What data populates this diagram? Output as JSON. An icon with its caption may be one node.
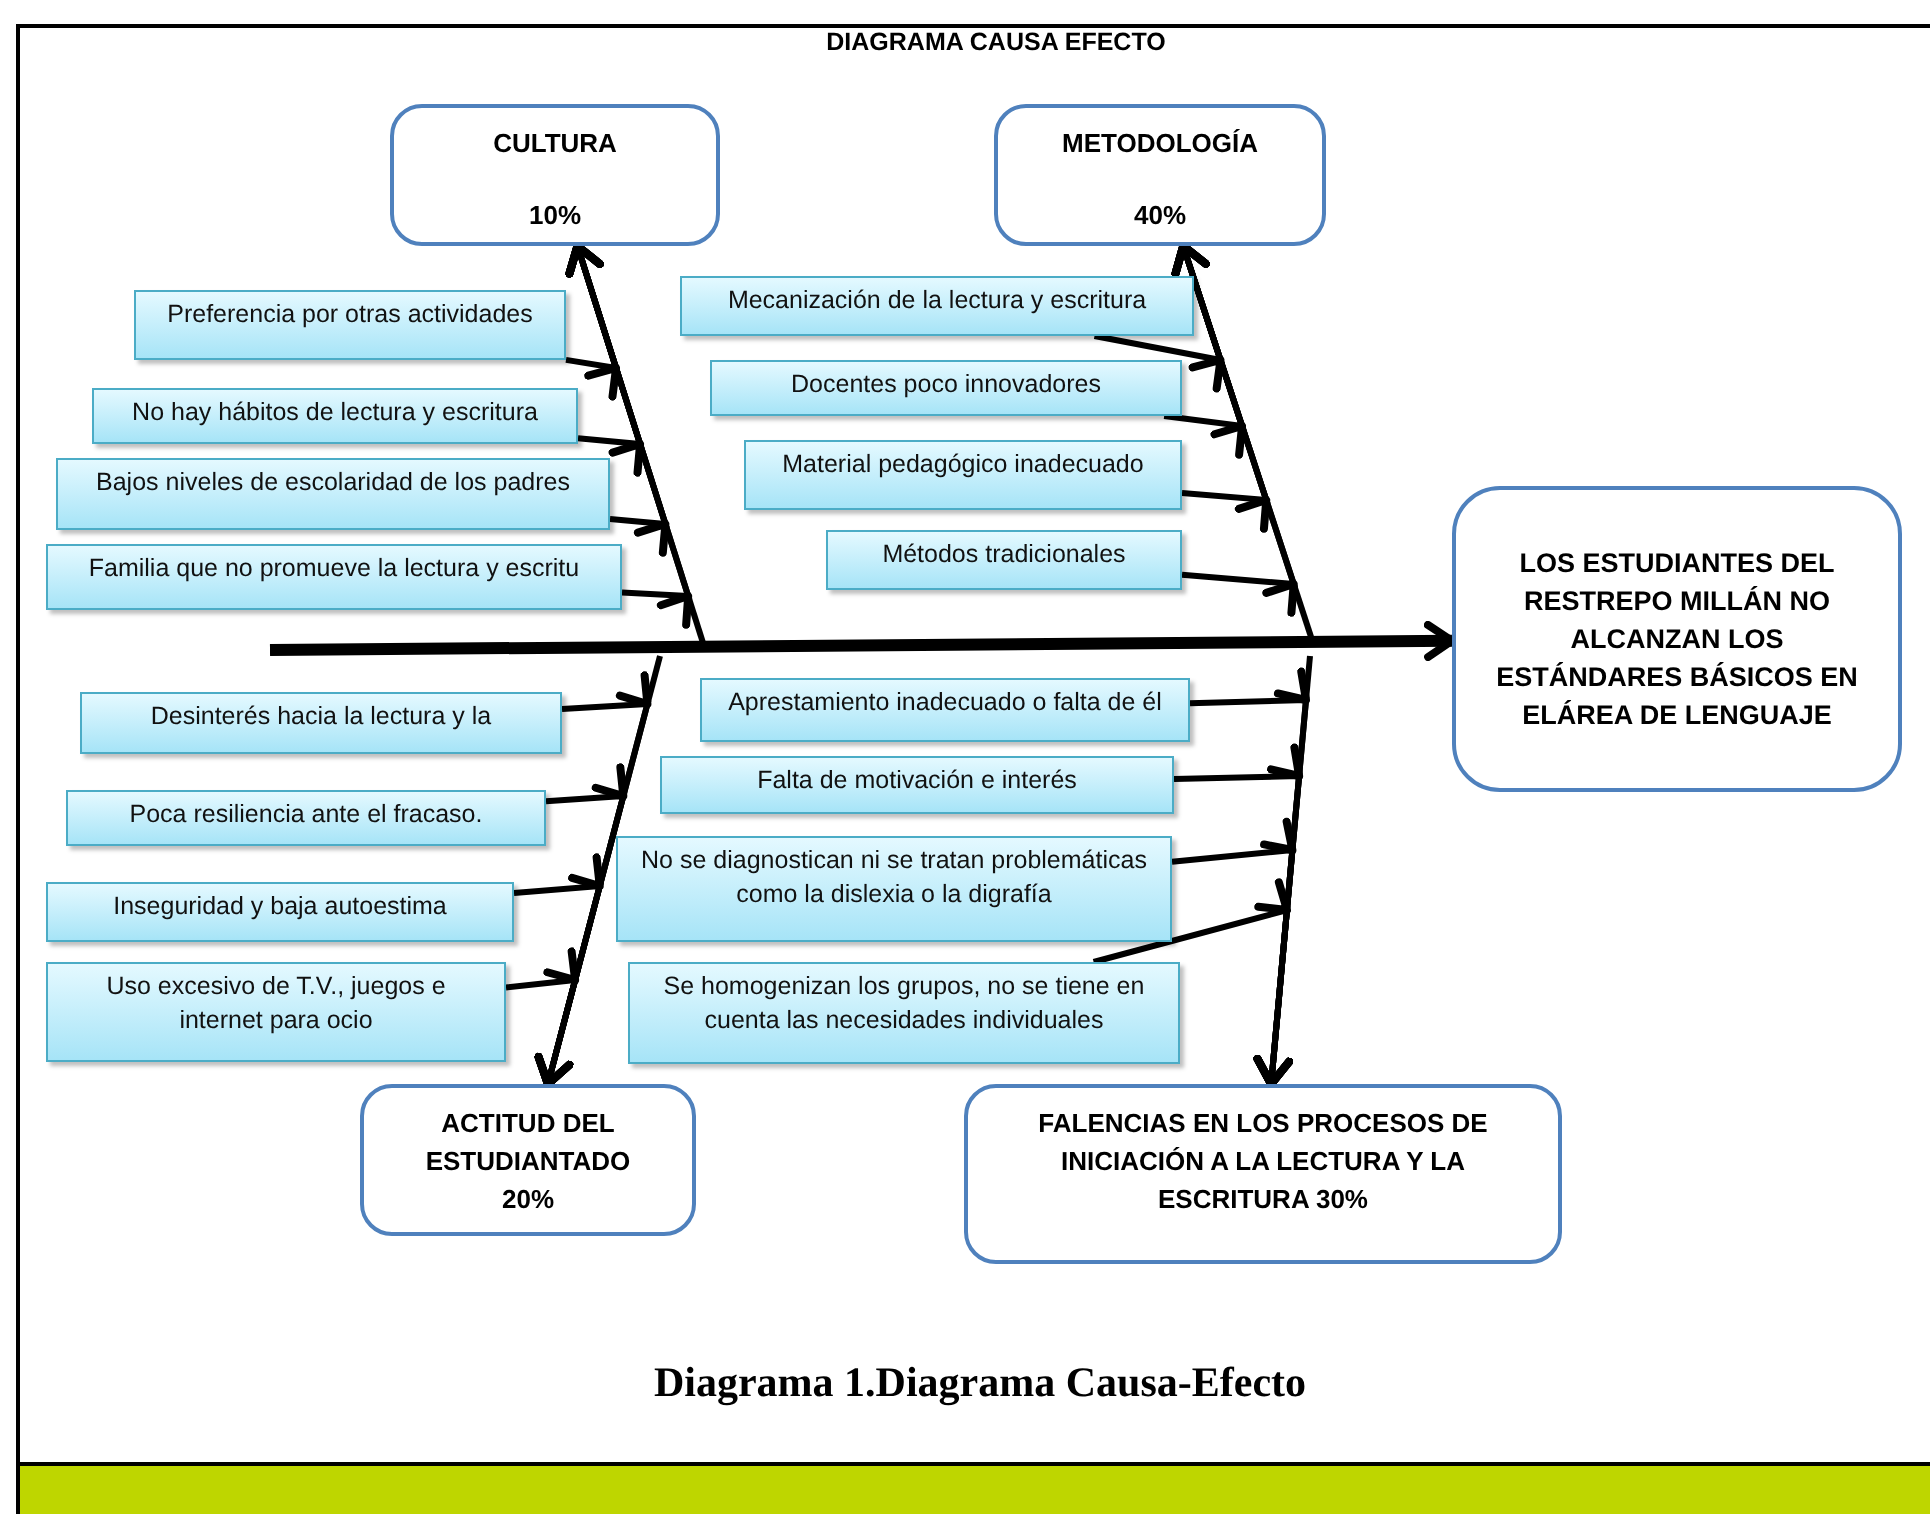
{
  "diagram": {
    "title": "DIAGRAMA CAUSA EFECTO",
    "caption": "Diagrama 1.Diagrama Causa-Efecto",
    "nodes": [
      {
        "text": [
          "CULTURA",
          "10%"
        ]
      },
      {
        "text": [
          "METODOLOGÍA",
          "40%"
        ]
      },
      {
        "text": [
          "Preferencia por otras actividades"
        ]
      },
      {
        "text": [
          "No hay hábitos de lectura y escritura"
        ]
      },
      {
        "text": [
          "Bajos niveles de escolaridad de los padres"
        ]
      },
      {
        "text": [
          "Familia que no promueve la lectura y escritu"
        ]
      },
      {
        "text": [
          "Mecanización de la lectura y escritura"
        ]
      },
      {
        "text": [
          "Docentes poco innovadores"
        ]
      },
      {
        "text": [
          "Material pedagógico inadecuado"
        ]
      },
      {
        "text": [
          "Métodos tradicionales"
        ]
      },
      {
        "text": [
          "LOS ESTUDIANTES DEL RESTREPO MILLÁN NO ALCANZAN LOS ESTÁNDARES BÁSICOS EN ELÁREA DE LENGUAJE"
        ]
      },
      {
        "text": [
          "Desinterés hacia la lectura y la"
        ]
      },
      {
        "text": [
          "Poca resiliencia ante el fracaso."
        ]
      },
      {
        "text": [
          "Inseguridad y baja autoestima"
        ]
      },
      {
        "text": [
          "Uso excesivo de T.V., juegos e internet para ocio"
        ]
      },
      {
        "text": [
          "Aprestamiento inadecuado o falta de él"
        ]
      },
      {
        "text": [
          "Falta de motivación e interés"
        ]
      },
      {
        "text": [
          "No se diagnostican ni se tratan problemáticas como la dislexia o la digrafía"
        ]
      },
      {
        "text": [
          "Se homogenizan los grupos, no se tiene en cuenta las necesidades individuales"
        ]
      },
      {
        "text": [
          "ACTITUD DEL ESTUDIANTADO",
          "20%"
        ]
      },
      {
        "text": [
          "FALENCIAS EN LOS PROCESOS DE INICIACIÓN A LA LECTURA Y LA ESCRITURA 30%"
        ]
      }
    ],
    "edges": [
      {
        "from": null,
        "to": 10,
        "arrow": "to",
        "style": "thick"
      },
      {
        "from": null,
        "to": 0,
        "arrow": "to"
      },
      {
        "from": null,
        "to": 1,
        "arrow": "to"
      },
      {
        "from": null,
        "to": 19,
        "arrow": "to"
      },
      {
        "from": null,
        "to": 20,
        "arrow": "to"
      },
      {
        "from": 2,
        "to": 0,
        "arrow": "to"
      },
      {
        "from": 3,
        "to": 0,
        "arrow": "to"
      },
      {
        "from": 4,
        "to": 0,
        "arrow": "to"
      },
      {
        "from": 5,
        "to": 0,
        "arrow": "to"
      },
      {
        "from": 6,
        "to": 1,
        "arrow": "to"
      },
      {
        "from": 7,
        "to": 1,
        "arrow": "to"
      },
      {
        "from": 8,
        "to": 1,
        "arrow": "to"
      },
      {
        "from": 9,
        "to": 1,
        "arrow": "to"
      },
      {
        "from": 11,
        "to": 19,
        "arrow": "to"
      },
      {
        "from": 12,
        "to": 19,
        "arrow": "to"
      },
      {
        "from": 13,
        "to": 19,
        "arrow": "to"
      },
      {
        "from": 14,
        "to": 19,
        "arrow": "to"
      },
      {
        "from": 15,
        "to": 20,
        "arrow": "to"
      },
      {
        "from": 16,
        "to": 20,
        "arrow": "to"
      },
      {
        "from": 17,
        "to": 20,
        "arrow": "to"
      },
      {
        "from": 18,
        "to": 20,
        "arrow": "to"
      }
    ]
  }
}
